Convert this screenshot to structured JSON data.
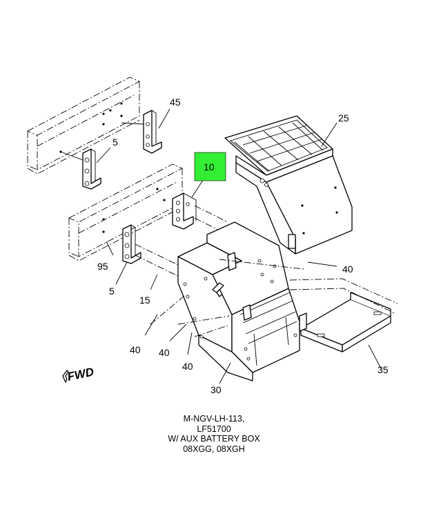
{
  "callouts": [
    {
      "id": "45",
      "text": "45"
    },
    {
      "id": "5a",
      "text": "5"
    },
    {
      "id": "25",
      "text": "25"
    },
    {
      "id": "10",
      "text": "10",
      "highlight": "#33ee33"
    },
    {
      "id": "95",
      "text": "95"
    },
    {
      "id": "5b",
      "text": "5"
    },
    {
      "id": "15",
      "text": "15"
    },
    {
      "id": "40a",
      "text": "40"
    },
    {
      "id": "40b",
      "text": "40"
    },
    {
      "id": "40c",
      "text": "40"
    },
    {
      "id": "40d",
      "text": "40"
    },
    {
      "id": "35",
      "text": "35"
    },
    {
      "id": "30",
      "text": "30"
    }
  ],
  "fwd_label": "FWD",
  "caption": [
    "M-NGV-LH-113,",
    "LF51700",
    "W/ AUX BATTERY BOX",
    "08XGG, 08XGH"
  ],
  "colors": {
    "highlight": "#33ee33",
    "line": "#000000",
    "background": "#ffffff"
  }
}
